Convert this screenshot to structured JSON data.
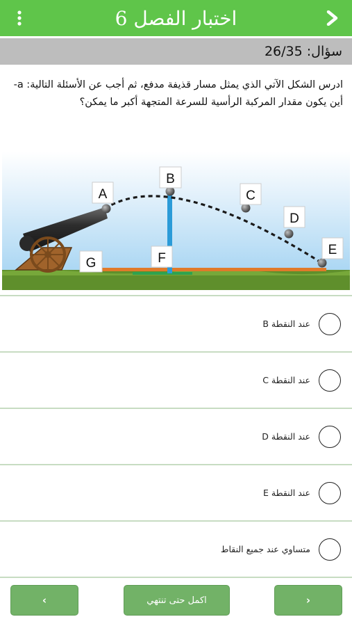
{
  "header": {
    "title": "اختبار الفصل 6",
    "menu_icon": "kebab-menu-icon",
    "forward_icon": "chevron-right-icon",
    "bg_color": "#5fc54a"
  },
  "counter": {
    "text": "سؤال: 26/35"
  },
  "question": {
    "text": "ادرس الشكل الآتي الذي يمثل مسار قذيفة مدفع، ثم أجب عن الأسئلة التالية: a- أين يكون مقدار المركبة الرأسية للسرعة المتجهة أكبر ما يمكن؟"
  },
  "figure": {
    "points": [
      "A",
      "B",
      "C",
      "D",
      "E",
      "F",
      "G"
    ]
  },
  "options": [
    {
      "label": "عند النقطة B"
    },
    {
      "label": "عند النقطة C"
    },
    {
      "label": "عند النقطة D"
    },
    {
      "label": "عند النقطة E"
    },
    {
      "label": "متساوي عند جميع النقاط"
    }
  ],
  "nav": {
    "prev_label": "‹",
    "finish_label": "اكمل حتى تنتهي",
    "next_label": "›",
    "button_color": "#72b267"
  }
}
